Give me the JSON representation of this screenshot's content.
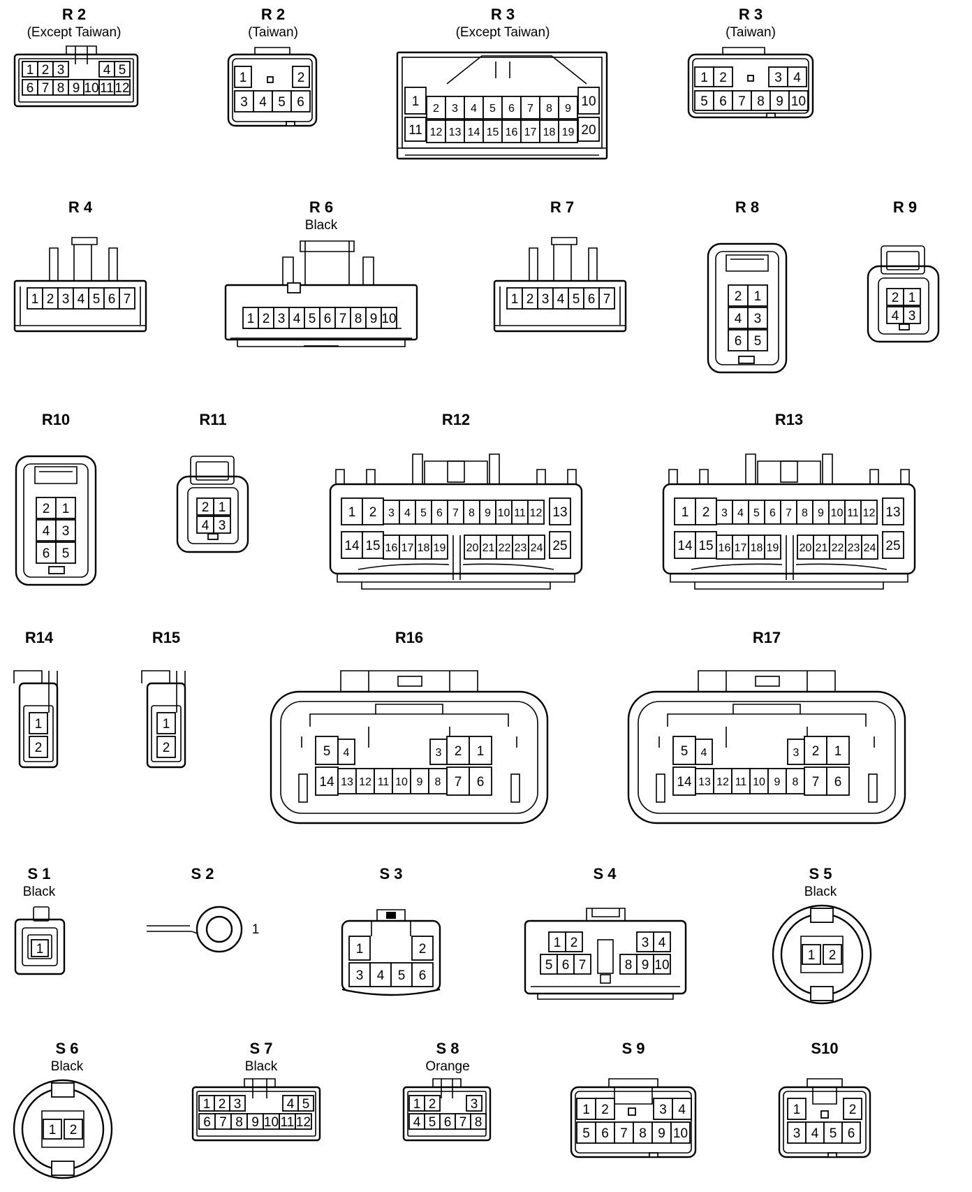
{
  "connectors": [
    {
      "id": "R2a",
      "label": "R 2",
      "sub": "(Except Taiwan)",
      "pins": [
        "1",
        "2",
        "3",
        "4",
        "5",
        "6",
        "7",
        "8",
        "9",
        "10",
        "11",
        "12"
      ]
    },
    {
      "id": "R2b",
      "label": "R 2",
      "sub": "(Taiwan)",
      "pins": [
        "1",
        "2",
        "3",
        "4",
        "5",
        "6"
      ]
    },
    {
      "id": "R3a",
      "label": "R 3",
      "sub": "(Except Taiwan)",
      "pins": [
        "1",
        "2",
        "3",
        "4",
        "5",
        "6",
        "7",
        "8",
        "9",
        "10",
        "11",
        "12",
        "13",
        "14",
        "15",
        "16",
        "17",
        "18",
        "19",
        "20"
      ]
    },
    {
      "id": "R3b",
      "label": "R 3",
      "sub": "(Taiwan)",
      "pins": [
        "1",
        "2",
        "3",
        "4",
        "5",
        "6",
        "7",
        "8",
        "9",
        "10"
      ]
    },
    {
      "id": "R4",
      "label": "R 4",
      "sub": "",
      "pins": [
        "1",
        "2",
        "3",
        "4",
        "5",
        "6",
        "7"
      ]
    },
    {
      "id": "R6",
      "label": "R 6",
      "sub": "Black",
      "pins": [
        "1",
        "2",
        "3",
        "4",
        "5",
        "6",
        "7",
        "8",
        "9",
        "10"
      ]
    },
    {
      "id": "R7",
      "label": "R 7",
      "sub": "",
      "pins": [
        "1",
        "2",
        "3",
        "4",
        "5",
        "6",
        "7"
      ]
    },
    {
      "id": "R8",
      "label": "R 8",
      "sub": "",
      "pins": [
        "2",
        "1",
        "4",
        "3",
        "6",
        "5"
      ]
    },
    {
      "id": "R9",
      "label": "R 9",
      "sub": "",
      "pins": [
        "2",
        "1",
        "4",
        "3"
      ]
    },
    {
      "id": "R10",
      "label": "R10",
      "sub": "",
      "pins": [
        "2",
        "1",
        "4",
        "3",
        "6",
        "5"
      ]
    },
    {
      "id": "R11",
      "label": "R11",
      "sub": "",
      "pins": [
        "2",
        "1",
        "4",
        "3"
      ]
    },
    {
      "id": "R12",
      "label": "R12",
      "sub": "",
      "pins": [
        "1",
        "2",
        "3",
        "4",
        "5",
        "6",
        "7",
        "8",
        "9",
        "10",
        "11",
        "12",
        "13",
        "14",
        "15",
        "16",
        "17",
        "18",
        "19",
        "20",
        "21",
        "22",
        "23",
        "24",
        "25"
      ]
    },
    {
      "id": "R13",
      "label": "R13",
      "sub": "",
      "pins": [
        "1",
        "2",
        "3",
        "4",
        "5",
        "6",
        "7",
        "8",
        "9",
        "10",
        "11",
        "12",
        "13",
        "14",
        "15",
        "16",
        "17",
        "18",
        "19",
        "20",
        "21",
        "22",
        "23",
        "24",
        "25"
      ]
    },
    {
      "id": "R14",
      "label": "R14",
      "sub": "",
      "pins": [
        "1",
        "2"
      ]
    },
    {
      "id": "R15",
      "label": "R15",
      "sub": "",
      "pins": [
        "1",
        "2"
      ]
    },
    {
      "id": "R16",
      "label": "R16",
      "sub": "",
      "pins": [
        "5",
        "4",
        "3",
        "2",
        "1",
        "14",
        "13",
        "12",
        "11",
        "10",
        "9",
        "8",
        "7",
        "6"
      ]
    },
    {
      "id": "R17",
      "label": "R17",
      "sub": "",
      "pins": [
        "5",
        "4",
        "3",
        "2",
        "1",
        "14",
        "13",
        "12",
        "11",
        "10",
        "9",
        "8",
        "7",
        "6"
      ]
    },
    {
      "id": "S1",
      "label": "S 1",
      "sub": "Black",
      "pins": [
        "1"
      ]
    },
    {
      "id": "S2",
      "label": "S 2",
      "sub": "",
      "pins": [
        "1"
      ]
    },
    {
      "id": "S3",
      "label": "S 3",
      "sub": "",
      "pins": [
        "1",
        "2",
        "3",
        "4",
        "5",
        "6"
      ]
    },
    {
      "id": "S4",
      "label": "S 4",
      "sub": "",
      "pins": [
        "1",
        "2",
        "3",
        "4",
        "5",
        "6",
        "7",
        "8",
        "9",
        "10"
      ]
    },
    {
      "id": "S5",
      "label": "S 5",
      "sub": "Black",
      "pins": [
        "1",
        "2"
      ]
    },
    {
      "id": "S6",
      "label": "S 6",
      "sub": "Black",
      "pins": [
        "1",
        "2"
      ]
    },
    {
      "id": "S7",
      "label": "S 7",
      "sub": "Black",
      "pins": [
        "1",
        "2",
        "3",
        "4",
        "5",
        "6",
        "7",
        "8",
        "9",
        "10",
        "11",
        "12"
      ]
    },
    {
      "id": "S8",
      "label": "S 8",
      "sub": "Orange",
      "pins": [
        "1",
        "2",
        "3",
        "4",
        "5",
        "6",
        "7",
        "8"
      ]
    },
    {
      "id": "S9",
      "label": "S 9",
      "sub": "",
      "pins": [
        "1",
        "2",
        "3",
        "4",
        "5",
        "6",
        "7",
        "8",
        "9",
        "10"
      ]
    },
    {
      "id": "S10",
      "label": "S10",
      "sub": "",
      "pins": [
        "1",
        "2",
        "3",
        "4",
        "5",
        "6"
      ]
    }
  ]
}
